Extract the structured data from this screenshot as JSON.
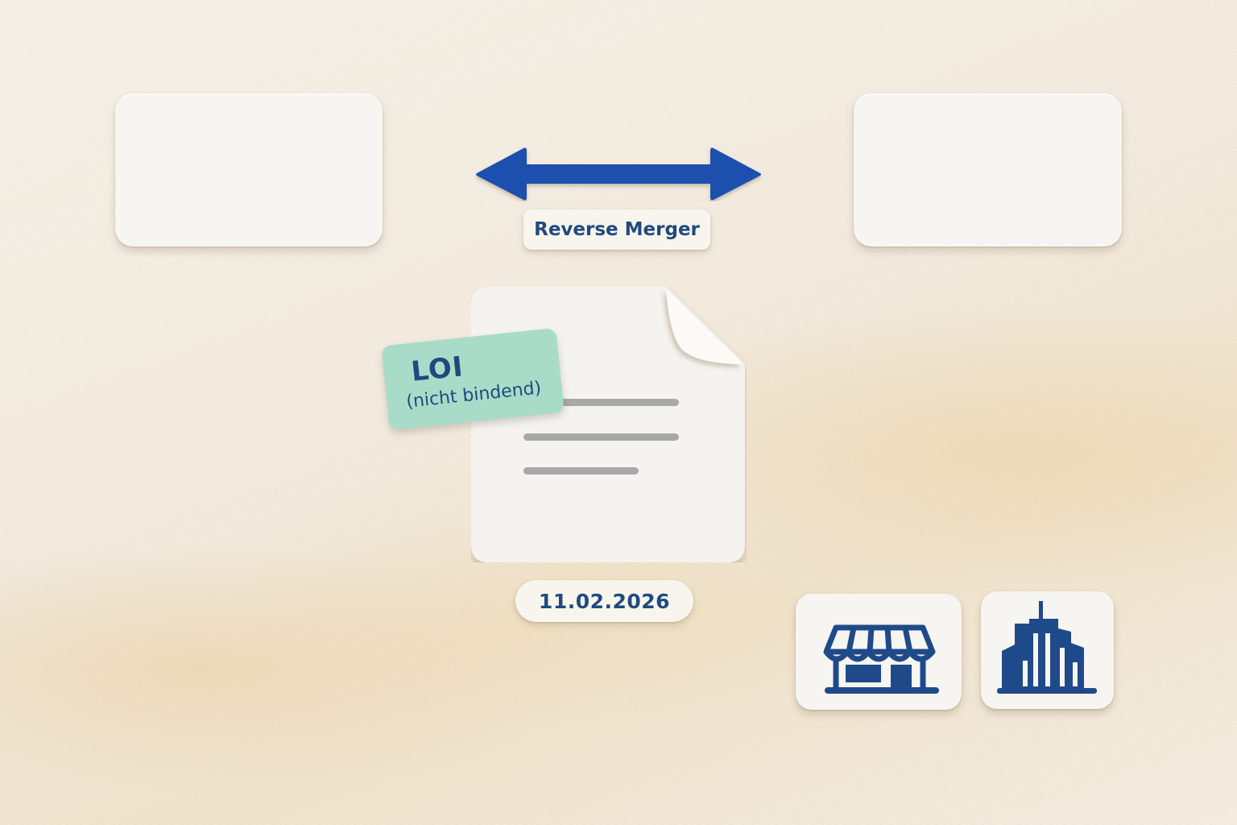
{
  "diagram": {
    "type": "deal-structure",
    "parties": [
      {
        "id": "left",
        "label": ""
      },
      {
        "id": "right",
        "label": ""
      }
    ],
    "relation": {
      "arrow": "double-headed",
      "label": "Reverse Merger"
    },
    "document": {
      "tag_title": "LOI",
      "tag_subtitle": "(nicht bindend)",
      "date": "11.02.2026"
    },
    "icons": [
      {
        "name": "storefront-icon",
        "meaning": "store"
      },
      {
        "name": "office-building-icon",
        "meaning": "corporate buildings"
      }
    ]
  },
  "colors": {
    "accent_blue": "#1f4fae",
    "text_navy": "#1f4a7e",
    "tag_mint": "#a9dcc8",
    "card_white": "#f7f5f1",
    "doc_line_gray": "#a8a8a8",
    "background_cream": "#f2ebde"
  }
}
